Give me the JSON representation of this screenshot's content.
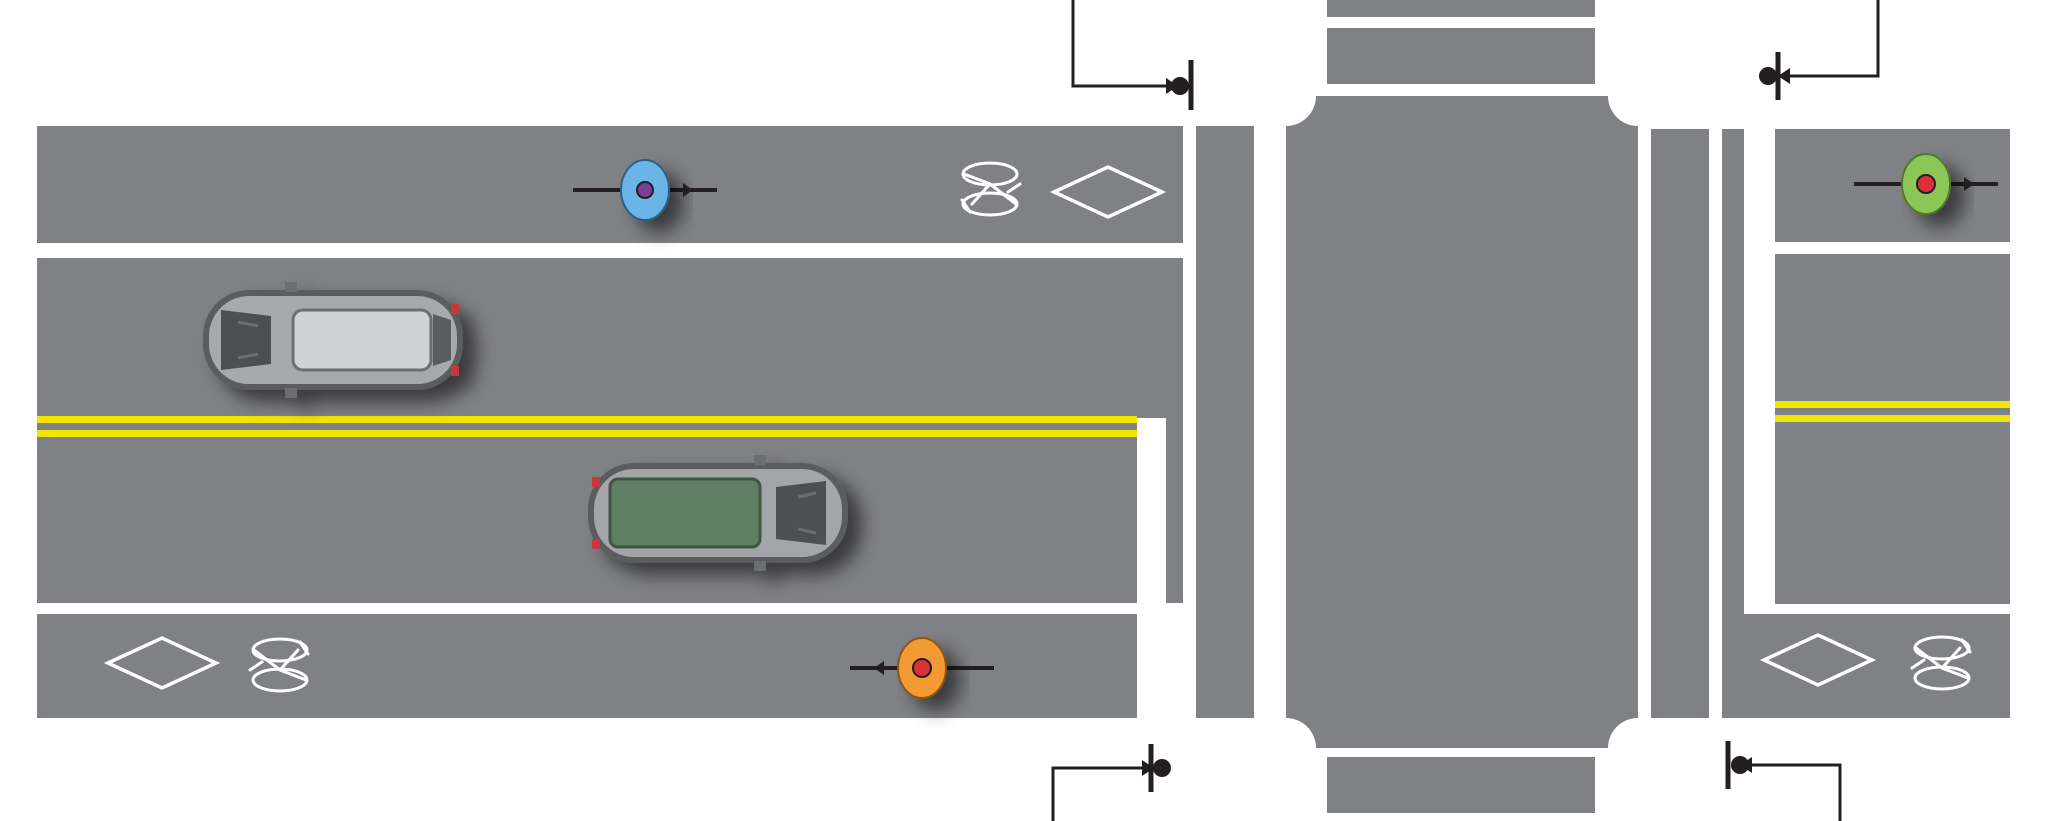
{
  "colors": {
    "background": "#ffffff",
    "road": "#808184",
    "road_marking": "#ffffff",
    "centerline": "#f2e500",
    "signal_line": "#231f20",
    "car_silver_body": "#a7a9ac",
    "car_silver_roof": "#c9cbcc",
    "car_green_body": "#a3a5a8",
    "car_green_roof": "#5f7f62",
    "cyclist_blue": "#6ab4e6",
    "cyclist_orange": "#f39a34",
    "cyclist_green": "#8cc657"
  },
  "elements": {
    "bike_lane_markings": [
      "bicycle-symbol",
      "diamond-symbol"
    ],
    "cars": [
      "silver-car-westbound",
      "green-car-eastbound"
    ],
    "cyclists": [
      "blue-cyclist-westbound",
      "orange-cyclist-eastbound",
      "green-cyclist-westbound"
    ],
    "bike_signal_heads": [
      "top-left",
      "top-right",
      "bottom-left",
      "bottom-right"
    ],
    "icons": [
      "bicycle-icon",
      "diamond-icon",
      "car-icon",
      "cyclist-icon",
      "bike-signal-icon"
    ]
  }
}
